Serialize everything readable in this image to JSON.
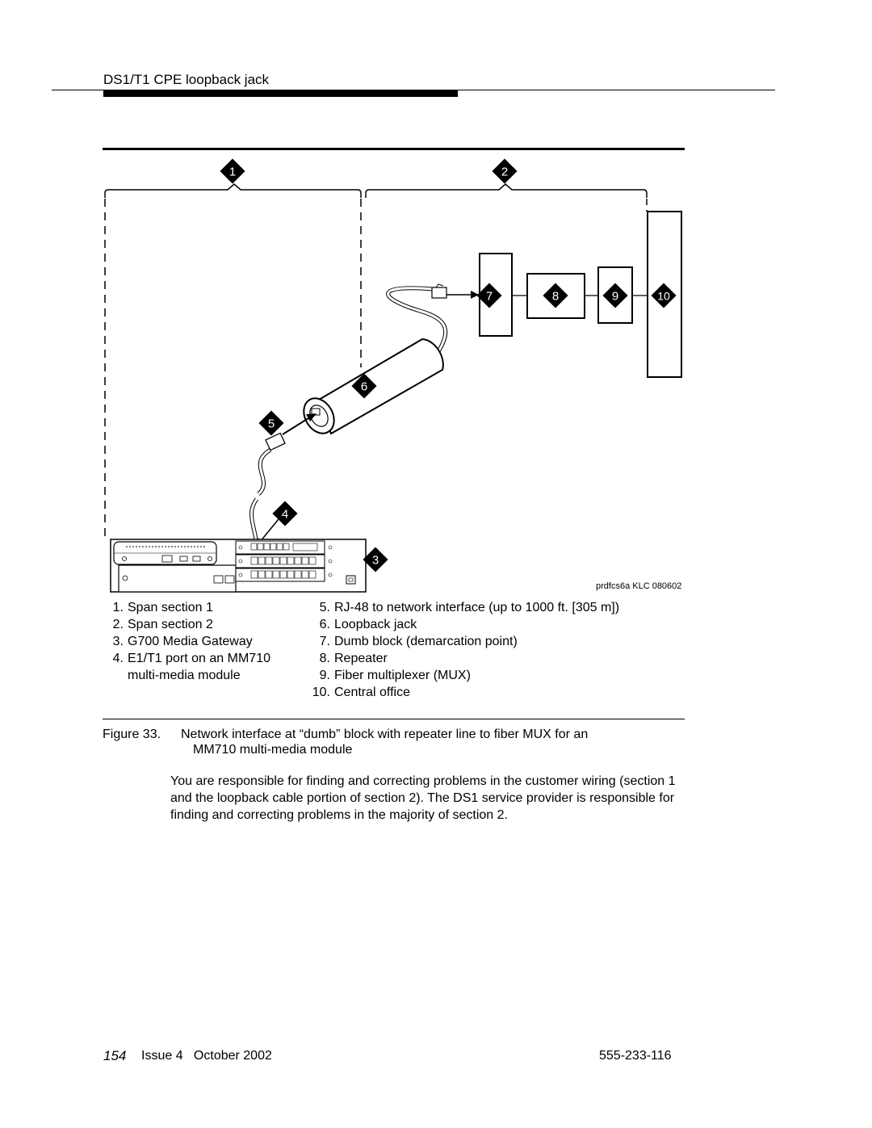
{
  "header": {
    "title": "DS1/T1 CPE loopback jack"
  },
  "figure": {
    "callouts": [
      "1",
      "2",
      "3",
      "4",
      "5",
      "6",
      "7",
      "8",
      "9",
      "10"
    ],
    "art_id": "prdfcs6a KLC 080602",
    "legend_left": [
      {
        "num": "1.",
        "text": "Span section 1"
      },
      {
        "num": "2.",
        "text": "Span section 2"
      },
      {
        "num": "3.",
        "text": "G700 Media Gateway"
      },
      {
        "num": "4.",
        "text": "E1/T1 port on an MM710"
      },
      {
        "num": "",
        "text": "multi-media module"
      }
    ],
    "legend_right": [
      {
        "num": "5.",
        "text": "RJ-48 to network interface (up to 1000 ft. [305 m])"
      },
      {
        "num": "6.",
        "text": "Loopback jack"
      },
      {
        "num": "7.",
        "text": "Dumb block (demarcation point)"
      },
      {
        "num": "8.",
        "text": "Repeater"
      },
      {
        "num": "9.",
        "text": "Fiber multiplexer (MUX)"
      },
      {
        "num": "10.",
        "text": "Central office"
      }
    ],
    "caption_label": "Figure 33.",
    "caption_line1": "Network interface at “dumb” block with repeater line to fiber MUX for an",
    "caption_line2": "MM710 multi-media module"
  },
  "body_text": "You are responsible for finding and correcting problems in the customer wiring (section 1 and the loopback cable portion of section 2). The DS1 service provider is responsible for finding and correcting problems in the majority of section 2.",
  "footer": {
    "page_number": "154",
    "issue": "Issue 4   October 2002",
    "doc_number": "555-233-116"
  }
}
